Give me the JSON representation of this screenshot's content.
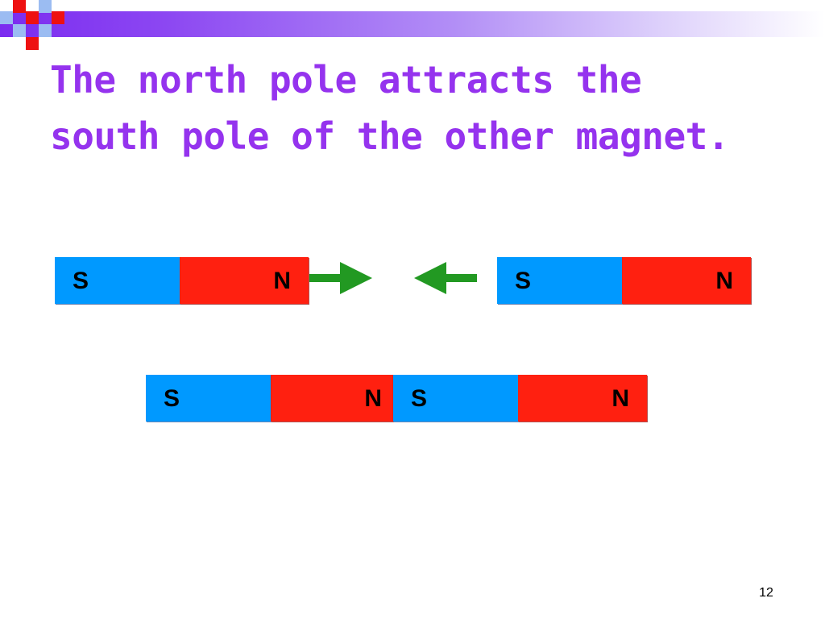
{
  "slide": {
    "title_lines": [
      "The north pole attracts the",
      "south pole of the other magnet."
    ],
    "page_number": "12"
  },
  "magnets": {
    "top_left": {
      "south_label": "S",
      "north_label": "N"
    },
    "top_right": {
      "south_label": "S",
      "north_label": "N"
    },
    "bottom_left": {
      "south_label": "S",
      "north_label": "N"
    },
    "bottom_right": {
      "south_label": "S",
      "north_label": "N"
    }
  },
  "arrows": [
    {
      "icon": "arrow-right-icon",
      "direction": "right"
    },
    {
      "icon": "arrow-left-icon",
      "direction": "left"
    }
  ],
  "colors": {
    "title": "#9533ee",
    "south_pole": "#0099ff",
    "north_pole": "#ff2010",
    "arrow": "#229922",
    "decor_purple": "#7b2cf0",
    "decor_light": "#9bbcf2",
    "decor_red": "#ee1111"
  }
}
